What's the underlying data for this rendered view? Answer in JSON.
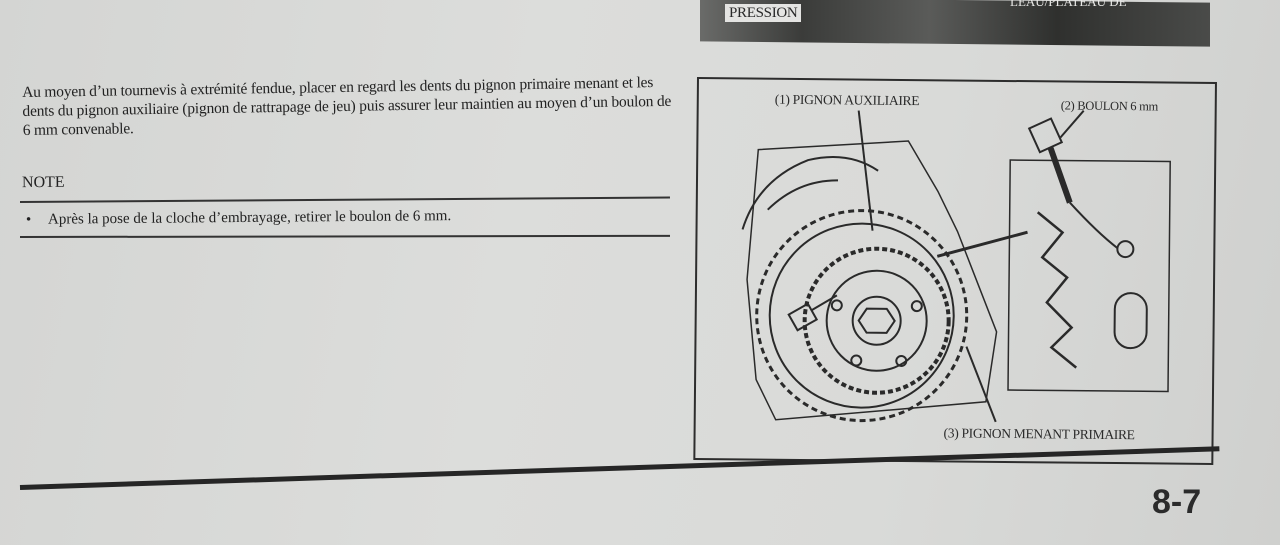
{
  "header_photo": {
    "label_top": "LEAU/PLATEAU DE",
    "label": "PRESSION"
  },
  "instruction": "Au moyen d’un tournevis à extrémité fendue, placer en regard les dents du pignon primaire menant et les dents du pignon auxiliaire (pignon de rattrapage de jeu) puis assurer leur maintien au moyen d’un boulon de 6 mm convenable.",
  "note": {
    "title": "NOTE",
    "bullet": "•",
    "items": [
      "Après la pose de la cloche d’embrayage, retirer le boulon de 6 mm."
    ]
  },
  "figure": {
    "labels": {
      "aux_gear": "(1) PIGNON AUXILIAIRE",
      "bolt": "(2) BOULON 6 mm",
      "primary_gear": "(3) PIGNON MENANT PRIMAIRE"
    }
  },
  "page_number": "8-7"
}
